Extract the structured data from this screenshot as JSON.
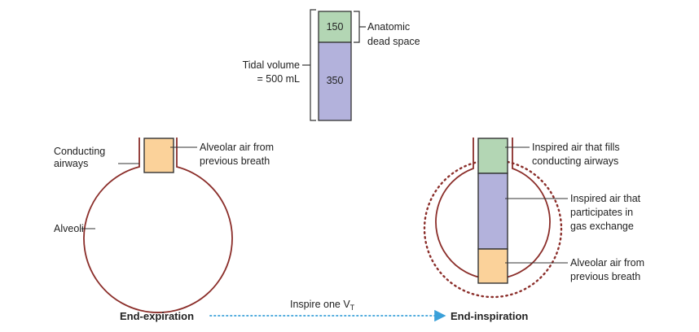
{
  "colors": {
    "dead_space_green": "#b3d6b4",
    "exchange_blue": "#b3b2dc",
    "alveolar_orange": "#fbd29a",
    "airway_outline": "#8b2e2a",
    "arrow_blue": "#3aa0d9"
  },
  "top_bar": {
    "dead_space_value": "150",
    "exchange_value": "350",
    "dead_space_label_line1": "Anatomic",
    "dead_space_label_line2": "dead space",
    "tidal_label_line1": "Tidal volume",
    "tidal_label_line2": "= 500 mL"
  },
  "left_diagram": {
    "conducting_line1": "Conducting",
    "conducting_line2": "airways",
    "alveolar_line1": "Alveolar air from",
    "alveolar_line2": "previous breath",
    "alveoli": "Alveoli"
  },
  "right_diagram": {
    "fills_line1": "Inspired air that fills",
    "fills_line2": "conducting airways",
    "exchange_line1": "Inspired air that",
    "exchange_line2": "participates in",
    "exchange_line3": "gas exchange",
    "alveolar_line1": "Alveolar air from",
    "alveolar_line2": "previous breath"
  },
  "bottom": {
    "end_expiration": "End-expiration",
    "end_inspiration": "End-inspiration",
    "inspire_prefix": "Inspire one V",
    "inspire_subscript": "T"
  }
}
